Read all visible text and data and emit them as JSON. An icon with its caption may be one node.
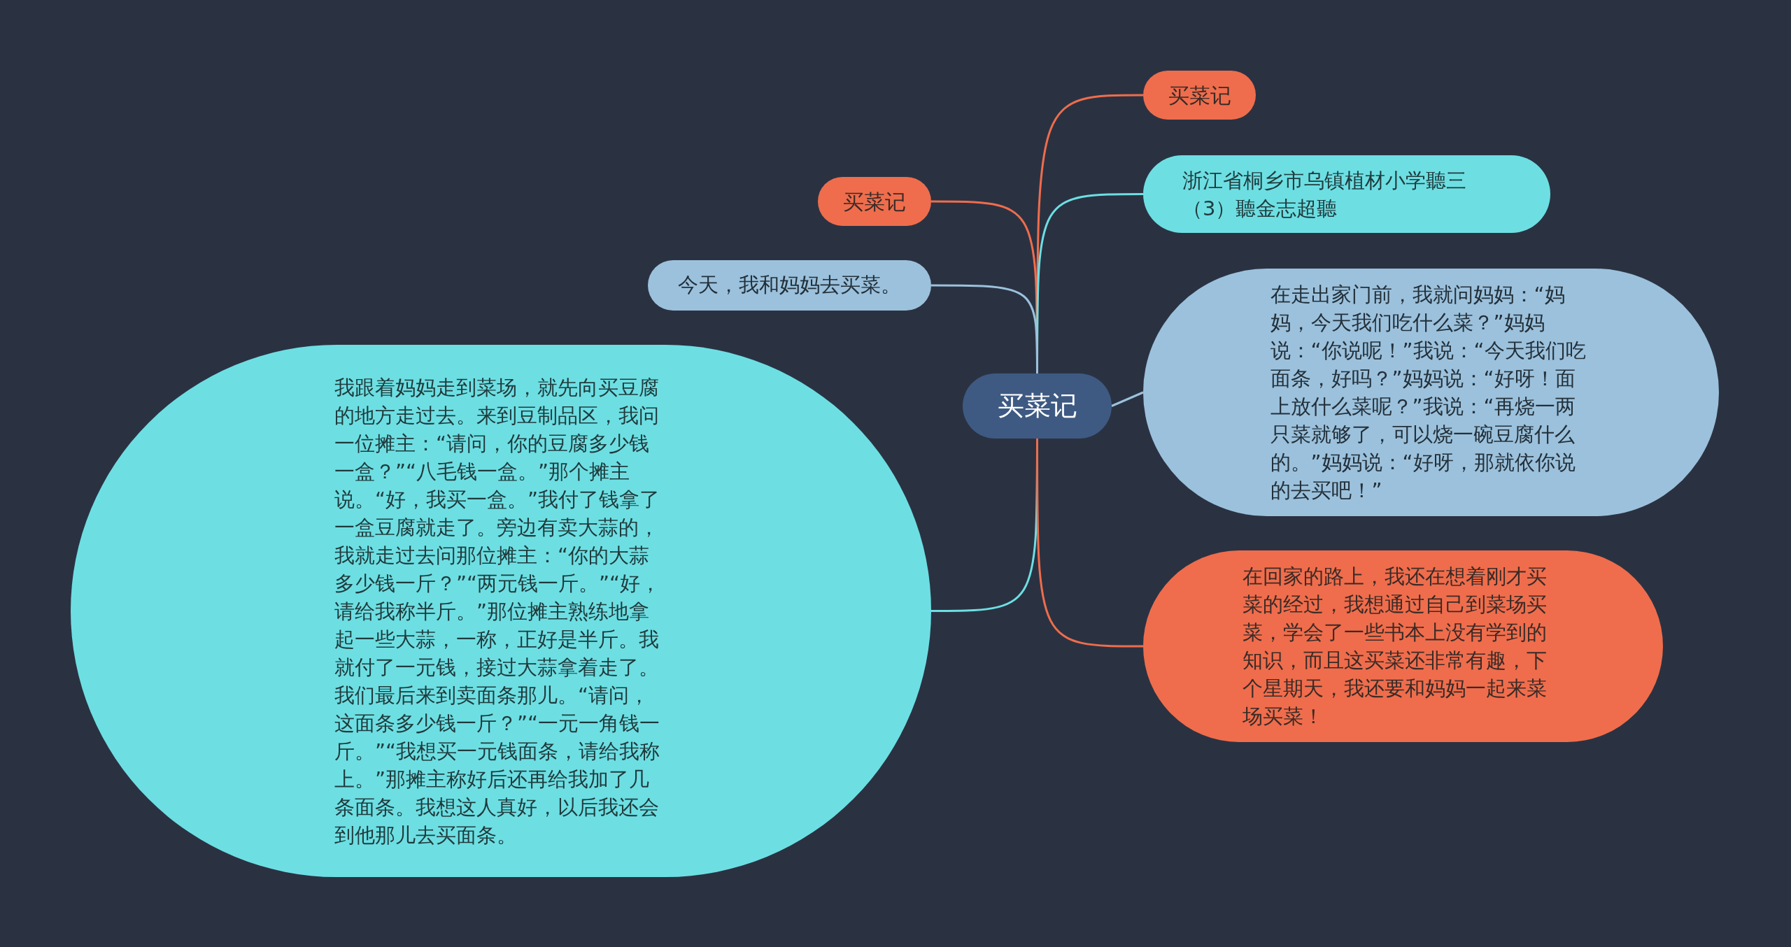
{
  "diagram": {
    "nodes": [
      {
        "text": [
          "买菜记"
        ]
      },
      {
        "text": [
          "买菜记"
        ]
      },
      {
        "text": [
          "买菜记"
        ]
      },
      {
        "text": [
          "浙江省桐乡市乌镇植材小学聽三（3）聽金志超聽"
        ]
      },
      {
        "text": [
          "今天，我和妈妈去买菜。"
        ]
      },
      {
        "text": [
          "在走出家门前，我就问妈妈：“妈妈，今天我们吃什么菜？”妈妈说：“你说呢！”我说：“今天我们吃面条，好吗？”妈妈说：“好呀！面上放什么菜呢？”我说：“再烧一两只菜就够了，可以烧一碗豆腐什么的。”妈妈说：“好呀，那就依你说的去买吧！”"
        ]
      },
      {
        "text": [
          "我跟着妈妈走到菜场，就先向买豆腐的地方走过去。来到豆制品区，我问一位摊主：“请问，你的豆腐多少钱一盒？”“八毛钱一盒。”那个摊主说。“好，我买一盒。”我付了钱拿了一盒豆腐就走了。旁边有卖大蒜的，我就走过去问那位摊主：“你的大蒜多少钱一斤？”“两元钱一斤。”“好，请给我称半斤。”那位摊主熟练地拿起一些大蒜，一称，正好是半斤。我就付了一元钱，接过大蒜拿着走了。我们最后来到卖面条那儿。“请问，这面条多少钱一斤？”“一元一角钱一斤。”“我想买一元钱面条，请给我称上。”那摊主称好后还再给我加了几条面条。我想这人真好，以后我还会到他那儿去买面条。"
        ]
      },
      {
        "text": [
          "在回家的路上，我还在想着刚才买菜的经过，我想通过自己到菜场买菜，学会了一些书本上没有学到的知识，而且这买菜还非常有趣，下个星期天，我还要和妈妈一起来菜场买菜！"
        ]
      }
    ],
    "edges": [
      {
        "from": 0,
        "to": 1,
        "arrow": "none",
        "color": "#ef6d4c"
      },
      {
        "from": 0,
        "to": 2,
        "arrow": "none",
        "color": "#ef6d4c"
      },
      {
        "from": 0,
        "to": 3,
        "arrow": "none",
        "color": "#6ddfe3"
      },
      {
        "from": 0,
        "to": 4,
        "arrow": "none",
        "color": "#9cc1dc"
      },
      {
        "from": 0,
        "to": 5,
        "arrow": "none",
        "color": "#9cc1dc"
      },
      {
        "from": 0,
        "to": 6,
        "arrow": "none",
        "color": "#6ddfe3"
      },
      {
        "from": 0,
        "to": 7,
        "arrow": "none",
        "color": "#ef6d4c"
      }
    ]
  }
}
